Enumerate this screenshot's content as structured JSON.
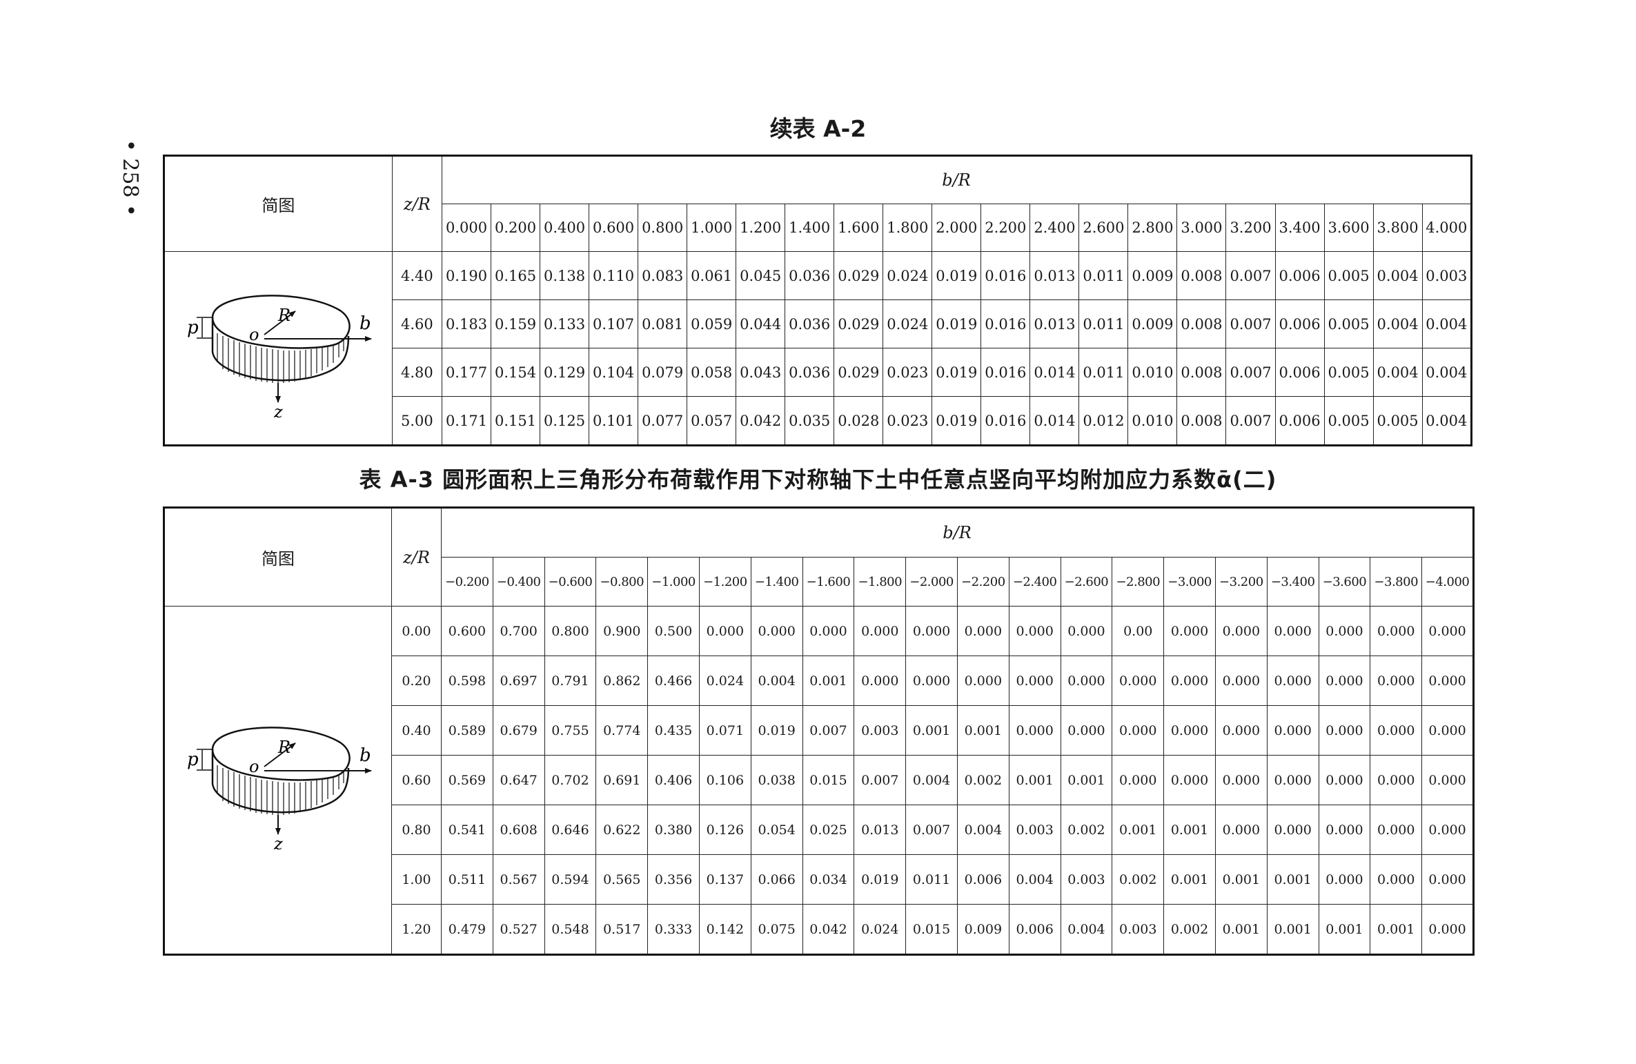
{
  "page": {
    "number": "• 258 •"
  },
  "table_a2_cont": {
    "title": "续表 A-2",
    "diagram_header": "简图",
    "z_header": "z/R",
    "b_header": "b/R",
    "columns": [
      "0.000",
      "0.200",
      "0.400",
      "0.600",
      "0.800",
      "1.000",
      "1.200",
      "1.400",
      "1.600",
      "1.800",
      "2.000",
      "2.200",
      "2.400",
      "2.600",
      "2.800",
      "3.000",
      "3.200",
      "3.400",
      "3.600",
      "3.800",
      "4.000"
    ],
    "rows": [
      {
        "z": "4.40",
        "values": [
          "0.190",
          "0.165",
          "0.138",
          "0.110",
          "0.083",
          "0.061",
          "0.045",
          "0.036",
          "0.029",
          "0.024",
          "0.019",
          "0.016",
          "0.013",
          "0.011",
          "0.009",
          "0.008",
          "0.007",
          "0.006",
          "0.005",
          "0.004",
          "0.003"
        ]
      },
      {
        "z": "4.60",
        "values": [
          "0.183",
          "0.159",
          "0.133",
          "0.107",
          "0.081",
          "0.059",
          "0.044",
          "0.036",
          "0.029",
          "0.024",
          "0.019",
          "0.016",
          "0.013",
          "0.011",
          "0.009",
          "0.008",
          "0.007",
          "0.006",
          "0.005",
          "0.004",
          "0.004"
        ]
      },
      {
        "z": "4.80",
        "values": [
          "0.177",
          "0.154",
          "0.129",
          "0.104",
          "0.079",
          "0.058",
          "0.043",
          "0.036",
          "0.029",
          "0.023",
          "0.019",
          "0.016",
          "0.014",
          "0.011",
          "0.010",
          "0.008",
          "0.007",
          "0.006",
          "0.005",
          "0.004",
          "0.004"
        ]
      },
      {
        "z": "5.00",
        "values": [
          "0.171",
          "0.151",
          "0.125",
          "0.101",
          "0.077",
          "0.057",
          "0.042",
          "0.035",
          "0.028",
          "0.023",
          "0.019",
          "0.016",
          "0.014",
          "0.012",
          "0.010",
          "0.008",
          "0.007",
          "0.006",
          "0.005",
          "0.005",
          "0.004"
        ]
      }
    ]
  },
  "table_a3": {
    "title": "表 A-3   圆形面积上三角形分布荷载作用下对称轴下土中任意点竖向平均附加应力系数ᾱ(二)",
    "diagram_header": "简图",
    "z_header": "z/R",
    "b_header": "b/R",
    "columns": [
      "−0.200",
      "−0.400",
      "−0.600",
      "−0.800",
      "−1.000",
      "−1.200",
      "−1.400",
      "−1.600",
      "−1.800",
      "−2.000",
      "−2.200",
      "−2.400",
      "−2.600",
      "−2.800",
      "−3.000",
      "−3.200",
      "−3.400",
      "−3.600",
      "−3.800",
      "−4.000"
    ],
    "rows": [
      {
        "z": "0.00",
        "values": [
          "0.600",
          "0.700",
          "0.800",
          "0.900",
          "0.500",
          "0.000",
          "0.000",
          "0.000",
          "0.000",
          "0.000",
          "0.000",
          "0.000",
          "0.000",
          "0.00",
          "0.000",
          "0.000",
          "0.000",
          "0.000",
          "0.000",
          "0.000"
        ]
      },
      {
        "z": "0.20",
        "values": [
          "0.598",
          "0.697",
          "0.791",
          "0.862",
          "0.466",
          "0.024",
          "0.004",
          "0.001",
          "0.000",
          "0.000",
          "0.000",
          "0.000",
          "0.000",
          "0.000",
          "0.000",
          "0.000",
          "0.000",
          "0.000",
          "0.000",
          "0.000"
        ]
      },
      {
        "z": "0.40",
        "values": [
          "0.589",
          "0.679",
          "0.755",
          "0.774",
          "0.435",
          "0.071",
          "0.019",
          "0.007",
          "0.003",
          "0.001",
          "0.001",
          "0.000",
          "0.000",
          "0.000",
          "0.000",
          "0.000",
          "0.000",
          "0.000",
          "0.000",
          "0.000"
        ]
      },
      {
        "z": "0.60",
        "values": [
          "0.569",
          "0.647",
          "0.702",
          "0.691",
          "0.406",
          "0.106",
          "0.038",
          "0.015",
          "0.007",
          "0.004",
          "0.002",
          "0.001",
          "0.001",
          "0.000",
          "0.000",
          "0.000",
          "0.000",
          "0.000",
          "0.000",
          "0.000"
        ]
      },
      {
        "z": "0.80",
        "values": [
          "0.541",
          "0.608",
          "0.646",
          "0.622",
          "0.380",
          "0.126",
          "0.054",
          "0.025",
          "0.013",
          "0.007",
          "0.004",
          "0.003",
          "0.002",
          "0.001",
          "0.001",
          "0.000",
          "0.000",
          "0.000",
          "0.000",
          "0.000"
        ]
      },
      {
        "z": "1.00",
        "values": [
          "0.511",
          "0.567",
          "0.594",
          "0.565",
          "0.356",
          "0.137",
          "0.066",
          "0.034",
          "0.019",
          "0.011",
          "0.006",
          "0.004",
          "0.003",
          "0.002",
          "0.001",
          "0.001",
          "0.001",
          "0.000",
          "0.000",
          "0.000"
        ]
      },
      {
        "z": "1.20",
        "values": [
          "0.479",
          "0.527",
          "0.548",
          "0.517",
          "0.333",
          "0.142",
          "0.075",
          "0.042",
          "0.024",
          "0.015",
          "0.009",
          "0.006",
          "0.004",
          "0.003",
          "0.002",
          "0.001",
          "0.001",
          "0.001",
          "0.001",
          "0.000"
        ]
      }
    ]
  },
  "sketch": {
    "labels": {
      "p": "p",
      "R": "R",
      "o": "o",
      "b": "b",
      "z": "z"
    }
  }
}
